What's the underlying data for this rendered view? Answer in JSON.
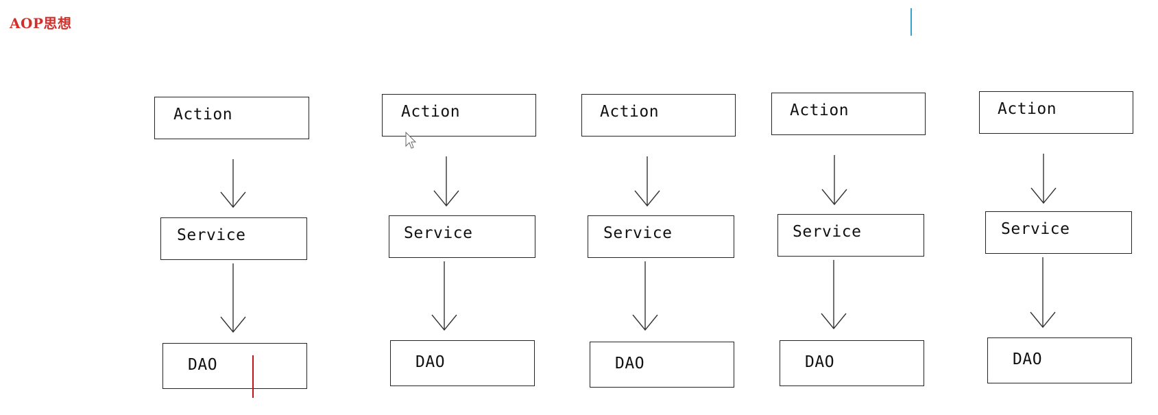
{
  "header": {
    "title": "AOP思想"
  },
  "diagram": {
    "columns": [
      {
        "layers": [
          {
            "label": "Action"
          },
          {
            "label": "Service"
          },
          {
            "label": "DAO"
          }
        ]
      },
      {
        "layers": [
          {
            "label": "Action"
          },
          {
            "label": "Service"
          },
          {
            "label": "DAO"
          }
        ]
      },
      {
        "layers": [
          {
            "label": "Action"
          },
          {
            "label": "Service"
          },
          {
            "label": "DAO"
          }
        ]
      },
      {
        "layers": [
          {
            "label": "Action"
          },
          {
            "label": "Service"
          },
          {
            "label": "DAO"
          }
        ]
      },
      {
        "layers": [
          {
            "label": "Action"
          },
          {
            "label": "Service"
          },
          {
            "label": "DAO"
          }
        ]
      }
    ]
  },
  "colors": {
    "title": "#d0302a",
    "box_border": "#222222",
    "arrow": "#333333",
    "text_caret": "#c0141a",
    "cursor_mark": "#3aa0c8"
  },
  "icons": {
    "pointer": "mouse-pointer-icon",
    "arrow": "down-arrow-icon"
  }
}
